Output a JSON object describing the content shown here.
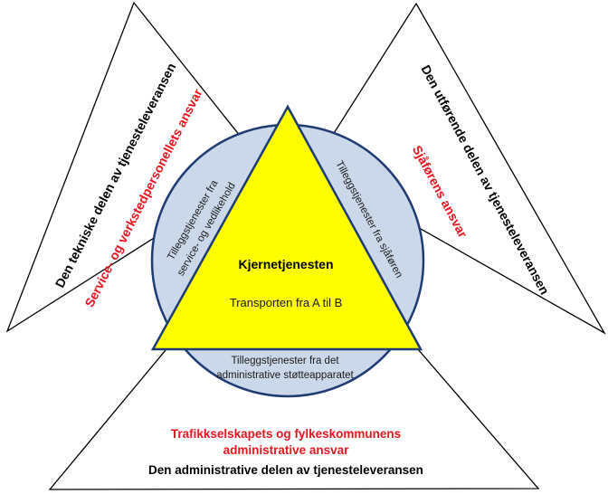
{
  "colors": {
    "outline": "#000000",
    "circle_fill": "#cbd8ea",
    "circle_stroke": "#1f3b73",
    "core_fill": "#ffff00",
    "core_stroke": "#1f3b73",
    "responsibility_red": "#e8141e"
  },
  "left_triangle": {
    "title": "Den tekniske delen av tjenesteleveransen",
    "responsibility": "Service- og verkstedpersonellets ansvar"
  },
  "right_triangle": {
    "title": "Den utførende delen av tjenesteleveransen",
    "responsibility": "Sjåførens ansvar"
  },
  "bottom_triangle": {
    "responsibility_line1": "Trafikkselskapets og fylkeskommunens",
    "responsibility_line2": "administrative ansvar",
    "title": "Den administrative delen av tjenesteleveransen"
  },
  "circle": {
    "left_segment_line1": "Tilleggstjenester fra",
    "left_segment_line2": "service- og vedlikehold",
    "right_segment": "Tilleggstjenester fra sjåføren",
    "bottom_segment_line1": "Tilleggstjenester fra det",
    "bottom_segment_line2": "administrative støtteapparatet"
  },
  "core": {
    "title": "Kjernetjenesten",
    "subtitle": "Transporten fra A til B"
  }
}
